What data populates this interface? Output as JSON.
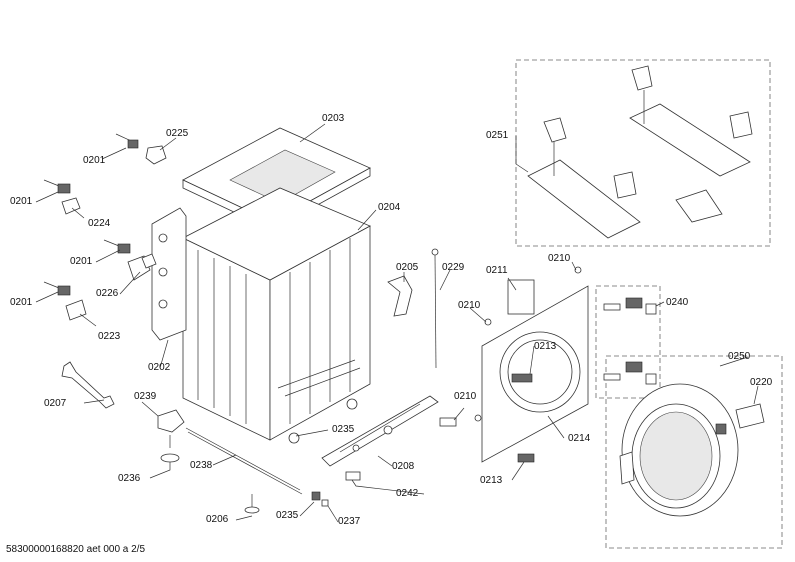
{
  "labels": {
    "l0203": "0203",
    "l0225": "0225",
    "l0201a": "0201",
    "l0201b": "0201",
    "l0201c": "0201",
    "l0201d": "0201",
    "l0224": "0224",
    "l0226": "0226",
    "l0223": "0223",
    "l0202": "0202",
    "l0204": "0204",
    "l0205": "0205",
    "l0229": "0229",
    "l0211": "0211",
    "l0210a": "0210",
    "l0210b": "0210",
    "l0210c": "0210",
    "l0240": "0240",
    "l0251": "0251",
    "l0213a": "0213",
    "l0213b": "0213",
    "l0214": "0214",
    "l0250": "0250",
    "l0220": "0220",
    "l0207": "0207",
    "l0239": "0239",
    "l0235a": "0235",
    "l0235b": "0235",
    "l0236": "0236",
    "l0238": "0238",
    "l0208": "0208",
    "l0242": "0242",
    "l0206": "0206",
    "l0237": "0237"
  },
  "footer": "58300000168820 aet 000 a 2/5"
}
